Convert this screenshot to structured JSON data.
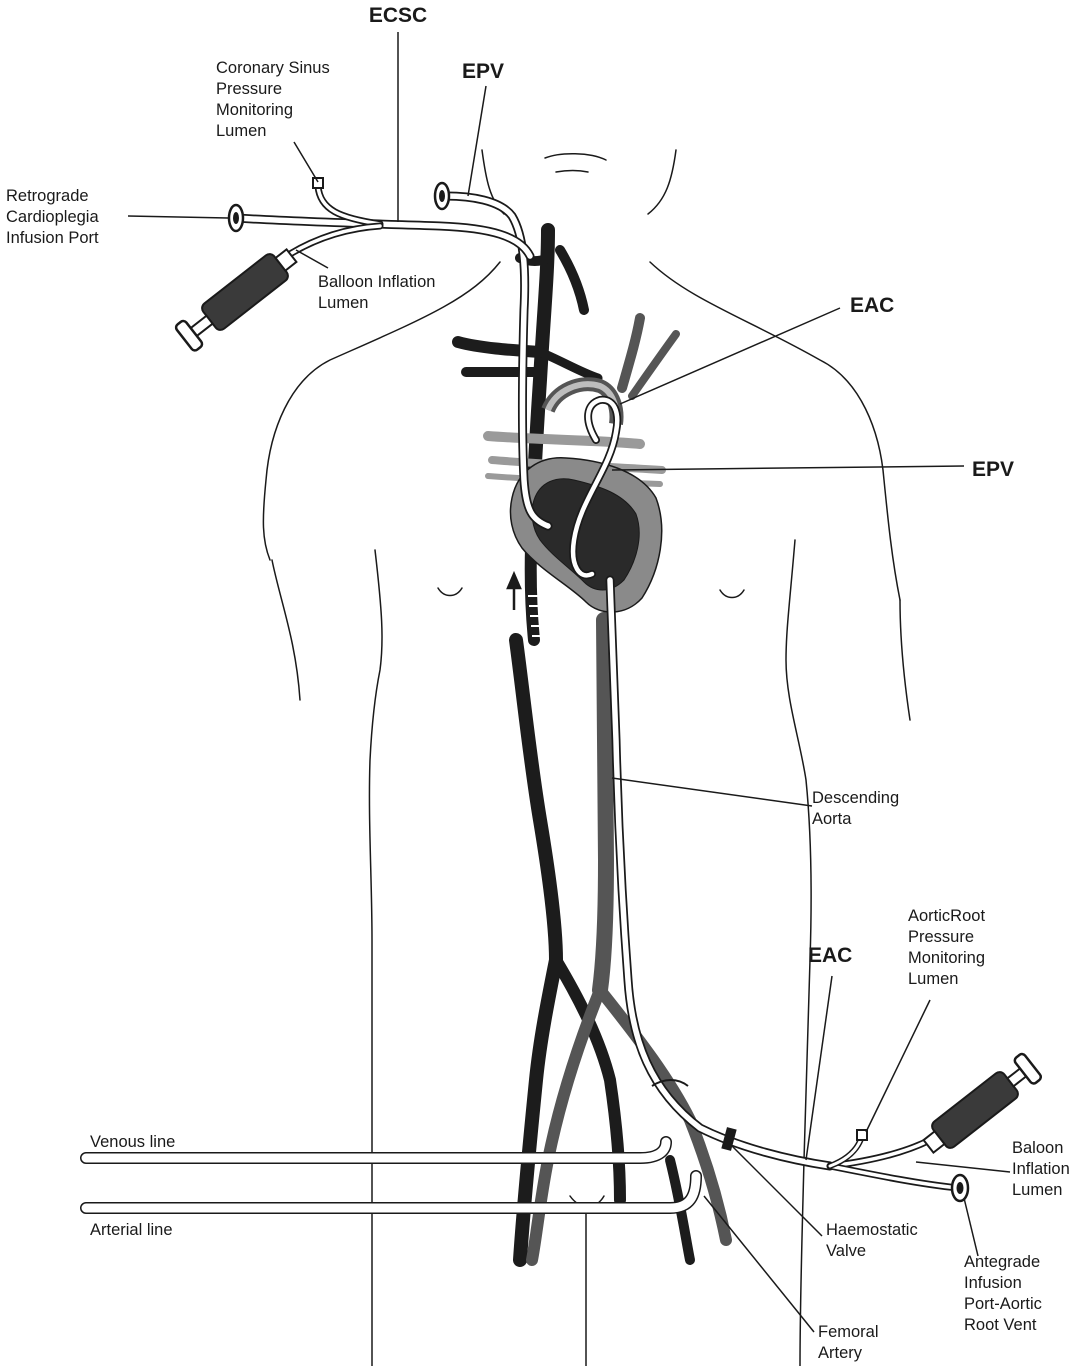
{
  "labels": {
    "ecsc": "ECSC",
    "epv_top": "EPV",
    "coronary_sinus": "Coronary Sinus\nPressure\nMonitoring\nLumen",
    "retrograde_port": "Retrograde\nCardioplegia\nInfusion Port",
    "balloon_inflation_top": "Balloon Inflation\nLumen",
    "eac_top": "EAC",
    "epv_right": "EPV",
    "descending_aorta": "Descending\nAorta",
    "aortic_root": "AorticRoot\nPressure\nMonitoring\nLumen",
    "eac_bottom": "EAC",
    "venous_line": "Venous line",
    "arterial_line": "Arterial line",
    "baloon_inflation_bottom": "Baloon\nInflation\nLumen",
    "haemostatic_valve": "Haemostatic\nValve",
    "antegrade_port": "Antegrade\nInfusion\nPort-Aortic\nRoot Vent",
    "femoral_artery": "Femoral\nArtery"
  },
  "colors": {
    "outline": "#1a1a1a",
    "vein": "#1c1c1c",
    "artery": "#555555",
    "aorta_fill": "#8a8a8a",
    "tube": "#ffffff"
  }
}
